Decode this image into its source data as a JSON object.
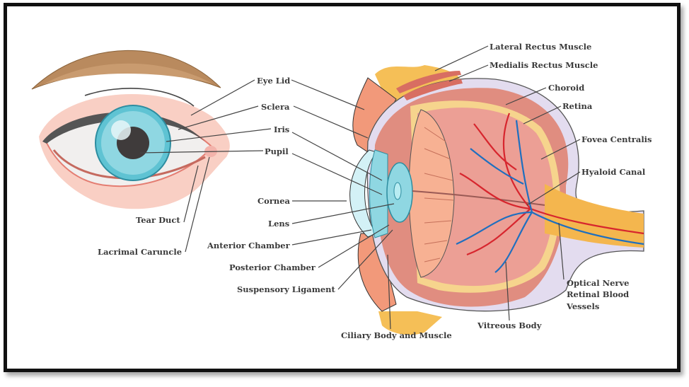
{
  "diagram": {
    "external_eye_labels": {
      "eye_lid": "Eye Lid",
      "sclera": "Sclera",
      "iris": "Iris",
      "pupil": "Pupil",
      "tear_duct": "Tear Duct",
      "lacrimal_caruncle": "Lacrimal Caruncle"
    },
    "cross_section_labels": {
      "cornea": "Cornea",
      "lens": "Lens",
      "anterior_chamber": "Anterior Chamber",
      "posterior_chamber": "Posterior Chamber",
      "suspensory_ligament": "Suspensory Ligament",
      "ciliary_body": "Ciliary Body and Muscle",
      "lateral_rectus": "Lateral Rectus Muscle",
      "medialis_rectus": "Medialis Rectus Muscle",
      "choroid": "Choroid",
      "retina": "Retina",
      "fovea_centralis": "Fovea Centralis",
      "hyaloid_canal": "Hyaloid Canal",
      "optical_nerve": "Optical Nerve",
      "retinal_blood_vessels_1": "Retinal Blood",
      "retinal_blood_vessels_2": "Vessels",
      "vitreous_body": "Vitreous Body"
    },
    "colors": {
      "eyebrow": "#b98a5e",
      "skin": "#f9cfc4",
      "iris": "#5fc3d3",
      "pupil": "#3f3b3b",
      "sclera_wall": "#e3dcef",
      "choroid": "#e08d80",
      "retina": "#f6d48d",
      "vitreous": "#ec9f95",
      "artery": "#d7262e",
      "vein": "#1f6fbf",
      "nerve": "#f4b64e"
    }
  }
}
